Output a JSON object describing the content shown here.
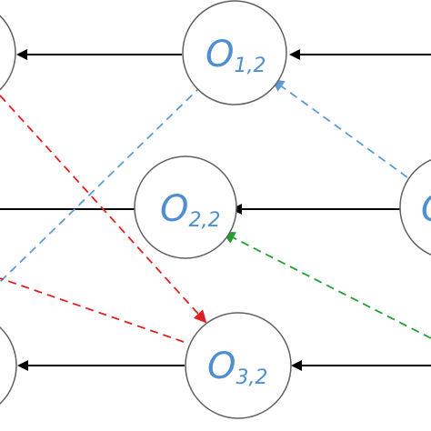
{
  "colors": {
    "node_stroke": "#606060",
    "node_fill": "#ffffff",
    "label": "#4f8fcf",
    "edge_solid": "#000000",
    "edge_blue_dashed": "#5b9bd5",
    "edge_red_dashed": "#e02020",
    "edge_green_dashed": "#20a030"
  },
  "nodes": [
    {
      "id": "o12",
      "main": "O",
      "sub": "1,2"
    },
    {
      "id": "o22",
      "main": "O",
      "sub": "2,2"
    },
    {
      "id": "o32",
      "main": "O",
      "sub": "3,2"
    },
    {
      "id": "left-top",
      "main": "",
      "sub": ""
    },
    {
      "id": "left-bottom",
      "main": "",
      "sub": ""
    },
    {
      "id": "right-mid",
      "main": "O",
      "sub": ""
    }
  ]
}
